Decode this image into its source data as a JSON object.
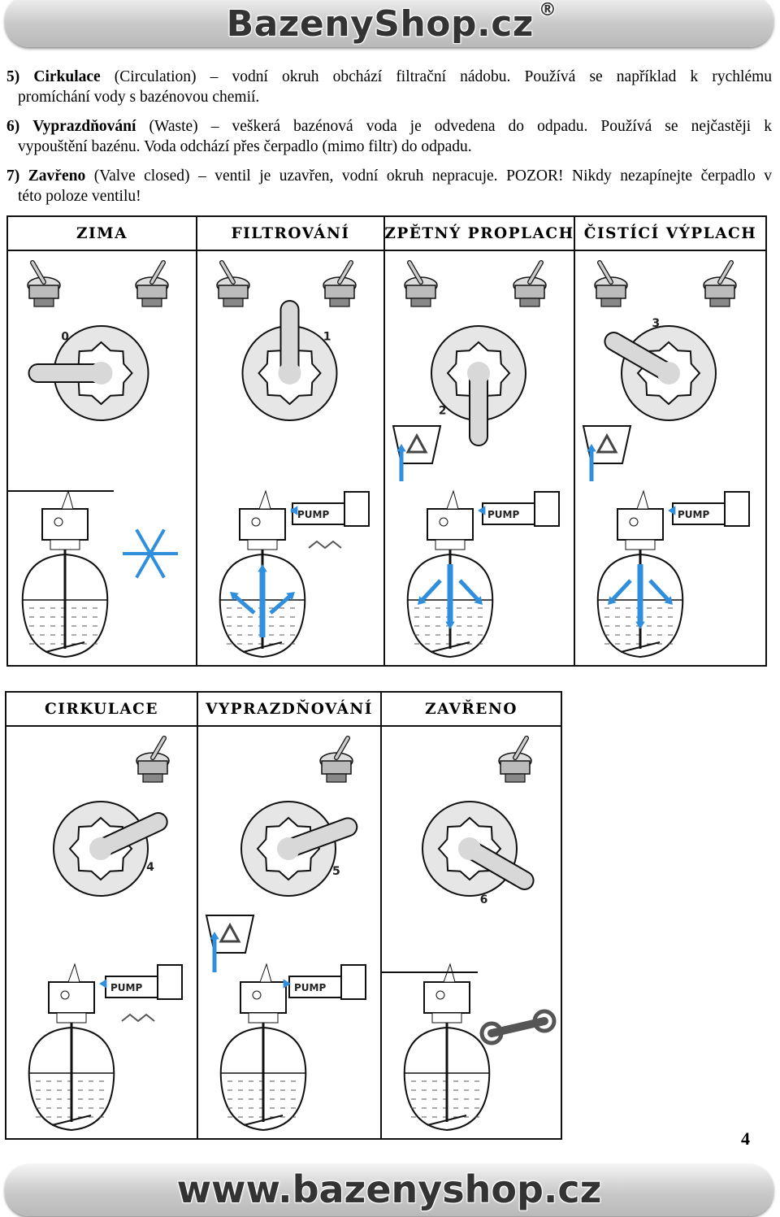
{
  "header": {
    "brand": "BazenyShop.cz",
    "registered": "®"
  },
  "paragraphs": [
    {
      "num": "5)",
      "term": "Cirkulace",
      "line1": "(Circulation) – vodní okruh obchází filtrační nádobu. Používá se například k rychlému",
      "line2": "promíchání vody s bazénovou chemií."
    },
    {
      "num": "6)",
      "term": "Vyprazdňování",
      "line1": "(Waste) – veškerá bazénová voda je odvedena do odpadu. Používá se nejčastěji k",
      "line2": "vypouštění bazénu. Voda odchází přes čerpadlo (mimo filtr) do odpadu."
    },
    {
      "num": "7)",
      "term": "Zavřeno",
      "line1": "(Valve closed) – ventil je uzavřen, vodní okruh nepracuje. POZOR! Nikdy nezapínejte čerpadlo v",
      "line2": "této poloze ventilu!"
    }
  ],
  "panels": {
    "top": [
      "ZIMA",
      "FILTROVÁNÍ",
      "ZPĚTNÝ PROPLACH",
      "ČISTÍCÍ VÝPLACH"
    ],
    "bottom": [
      "CIRKULACE",
      "VYPRAZDŇOVÁNÍ",
      "ZAVŘENO"
    ]
  },
  "positions": [
    "0",
    "1",
    "2",
    "3",
    "4",
    "5",
    "6"
  ],
  "pump_label": "PUMP",
  "page_number": "4",
  "footer": {
    "url": "www.bazenyshop.cz"
  },
  "colors": {
    "arrow": "#2f8fdc",
    "line": "#111111"
  }
}
